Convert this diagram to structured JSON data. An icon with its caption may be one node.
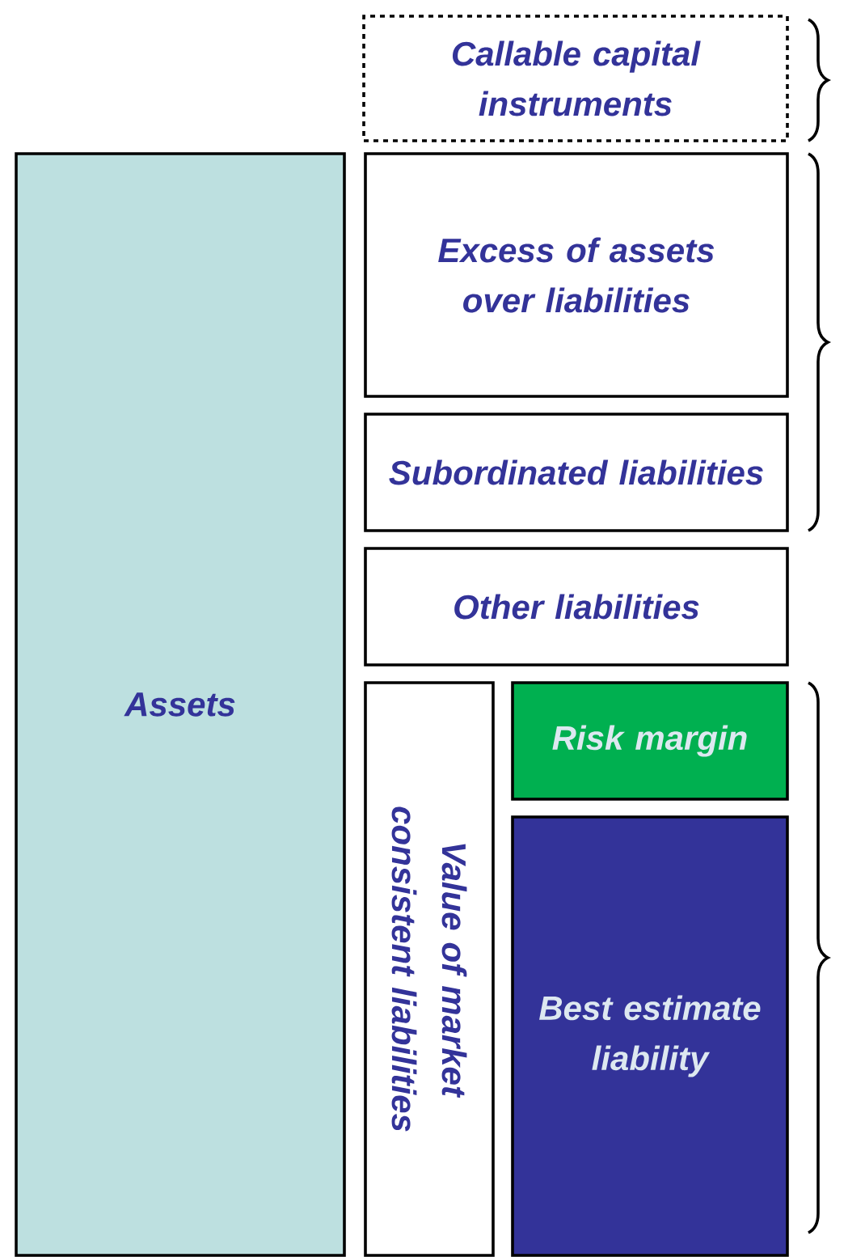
{
  "diagram": {
    "nodes": [
      {
        "text": [
          "Callable capital instruments"
        ]
      },
      {
        "text": [
          "Assets"
        ]
      },
      {
        "text": [
          "Excess of assets over liabilities"
        ]
      },
      {
        "text": [
          "Subordinated liabilities"
        ]
      },
      {
        "text": [
          "Other liabilities"
        ]
      },
      {
        "text": [
          "Value of market consistent liabilities"
        ]
      },
      {
        "text": [
          "Risk margin"
        ]
      },
      {
        "text": [
          "Best estimate liability"
        ]
      }
    ]
  }
}
